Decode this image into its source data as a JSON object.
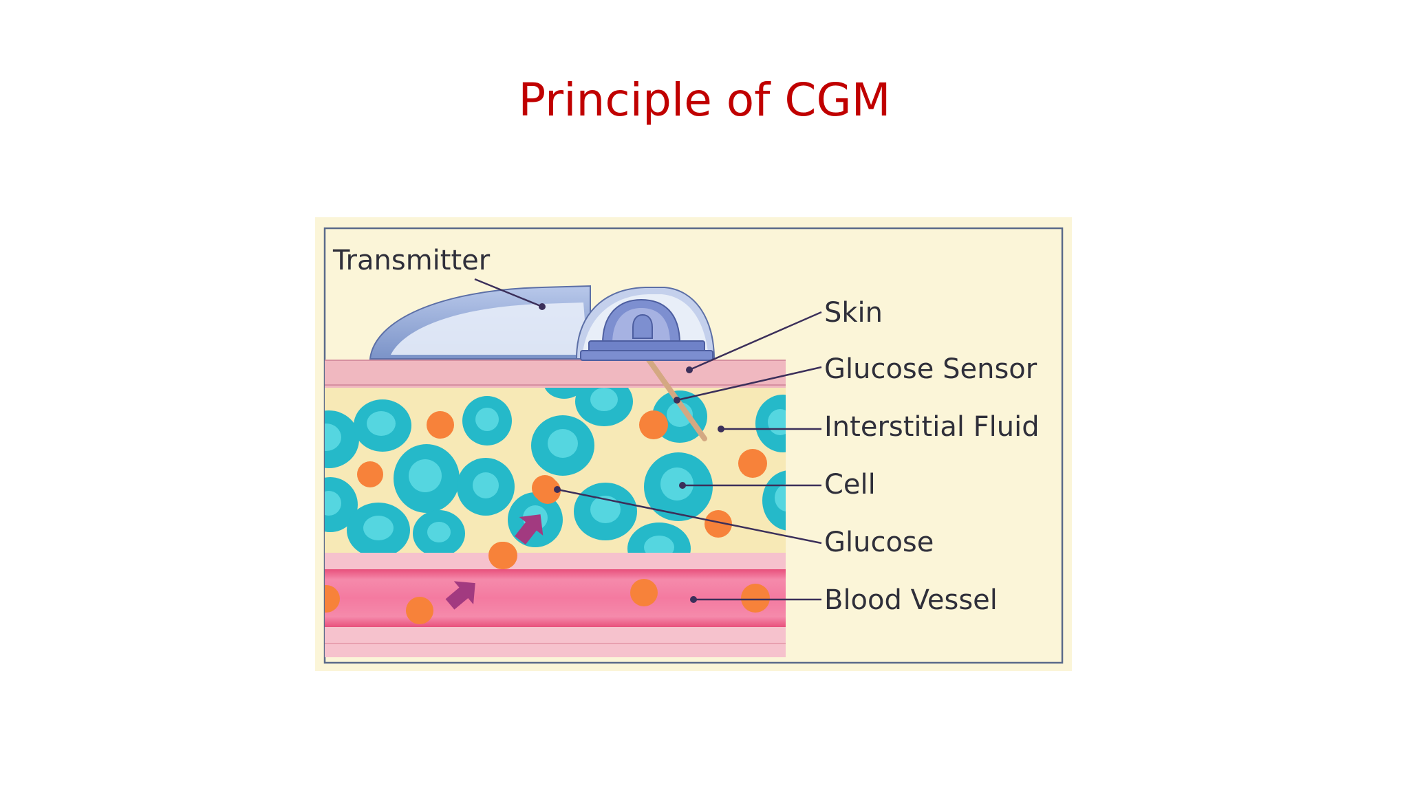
{
  "slide": {
    "title": "Principle of CGM",
    "title_color": "#c00000"
  },
  "diagram": {
    "labels": {
      "transmitter": "Transmitter",
      "skin": "Skin",
      "glucose_sensor": "Glucose Sensor",
      "interstitial_fluid": "Interstitial Fluid",
      "cell": "Cell",
      "glucose": "Glucose",
      "blood_vessel": "Blood Vessel"
    },
    "colors": {
      "background": "#fbf5d8",
      "frame": "#5a6a8a",
      "skin": "#f0b8c0",
      "fluid": "#f7e9b6",
      "cell": "#25b9c9",
      "cell_nucleus": "#55d6e0",
      "glucose": "#f7823a",
      "blood_vessel": "#f07aa0",
      "arrow": "#a23a80",
      "transmitter": "#8aa2d2",
      "leader": "#3b2f5a"
    }
  }
}
